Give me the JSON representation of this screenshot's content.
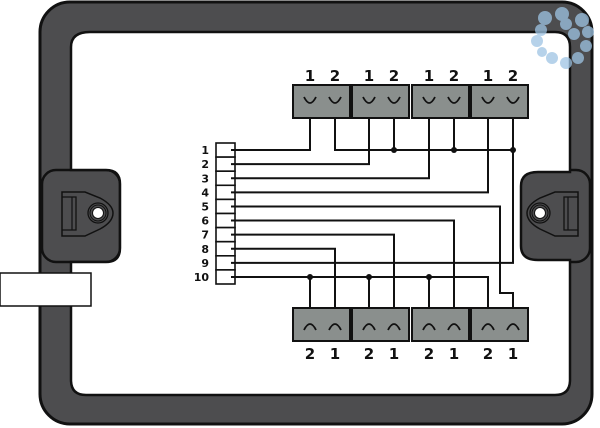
{
  "diagram": {
    "title": "Distribution box wiring diagram",
    "colors": {
      "housing": "#4d4d4f",
      "housing_outline": "#111111",
      "connector_fill": "#8a8f8d",
      "wire": "#111111",
      "watermark": "#9ec4e4"
    },
    "terminal_strip": {
      "labels": [
        "1",
        "2",
        "3",
        "4",
        "5",
        "6",
        "7",
        "8",
        "9",
        "10"
      ]
    },
    "top_connectors": [
      {
        "id": "top-1",
        "pin_labels": [
          "1",
          "2"
        ]
      },
      {
        "id": "top-2",
        "pin_labels": [
          "1",
          "2"
        ]
      },
      {
        "id": "top-3",
        "pin_labels": [
          "1",
          "2"
        ]
      },
      {
        "id": "top-4",
        "pin_labels": [
          "1",
          "2"
        ]
      }
    ],
    "bottom_connectors": [
      {
        "id": "bottom-1",
        "pin_labels": [
          "2",
          "1"
        ]
      },
      {
        "id": "bottom-2",
        "pin_labels": [
          "2",
          "1"
        ]
      },
      {
        "id": "bottom-3",
        "pin_labels": [
          "2",
          "1"
        ]
      },
      {
        "id": "bottom-4",
        "pin_labels": [
          "2",
          "1"
        ]
      }
    ],
    "connections": [
      {
        "terminal": "1",
        "to": "top-1 pin 1"
      },
      {
        "terminal": "2",
        "to": "top-2 pin 1"
      },
      {
        "terminal": "3",
        "to": "top-3 pin 1"
      },
      {
        "terminal": "4",
        "to": "top-4 pin 1"
      },
      {
        "terminal": "5",
        "to": "bottom-4 pin 1"
      },
      {
        "terminal": "6",
        "to": "bottom-3 pin 1"
      },
      {
        "terminal": "7",
        "to": "bottom-2 pin 1"
      },
      {
        "terminal": "8",
        "to": "bottom-1 pin 1"
      },
      {
        "terminal": "9",
        "to": "top connectors pin 2 (common bus)"
      },
      {
        "terminal": "10",
        "to": "bottom connectors pin 2 (common bus)"
      }
    ],
    "side_label_text": ""
  }
}
